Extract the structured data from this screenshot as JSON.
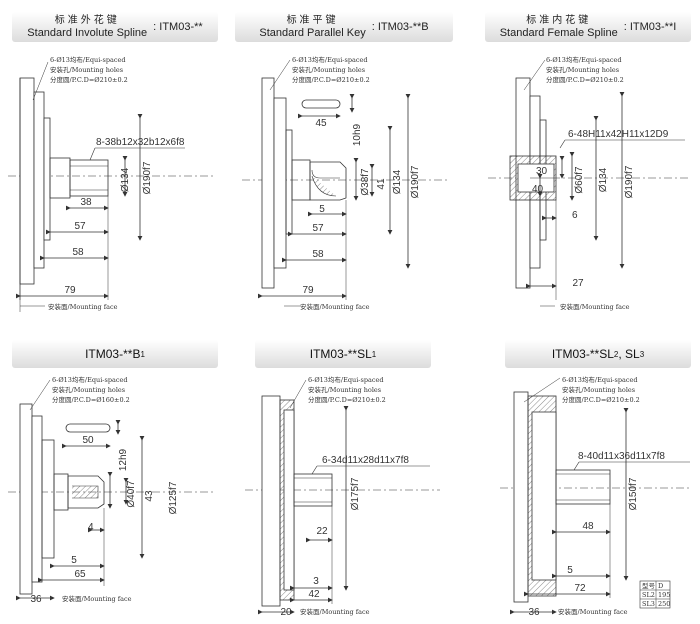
{
  "headers": {
    "p1": {
      "cn": "标准外花键",
      "en": "Standard Involute Spline",
      "code": ": ITM03-**"
    },
    "p2": {
      "cn": "标准平键",
      "en": "Standard  Parallel Key",
      "code": ": ITM03-**B"
    },
    "p3": {
      "cn": "标准内花键",
      "en": "Standard Female Spline",
      "code": ": ITM03-**I"
    },
    "p4": {
      "code": "ITM03-**B",
      "sub": "1"
    },
    "p5": {
      "code": "ITM03-**SL",
      "sub": "1"
    },
    "p6": {
      "code": "ITM03-**SL",
      "sub": "2",
      "sep": ", SL",
      "sub2": "3"
    }
  },
  "notes": {
    "p1": [
      "6-Ø13均布/Equi-spaced",
      "安装孔/Mounting holes",
      "分度圆/P.C.D=Ø210±0.2"
    ],
    "p2": [
      "6-Ø13均布/Equi-spaced",
      "安装孔/Mounting holes",
      "分度圆/P.C.D=Ø210±0.2"
    ],
    "p3": [
      "6-Ø13均布/Equi-spaced",
      "安装孔/Mounting holes",
      "分度圆/P.C.D=Ø210±0.2"
    ],
    "p4": [
      "6-Ø13均布/Equi-spaced",
      "安装孔/Mounting holes",
      "分度圆/P.C.D=Ø160±0.2"
    ],
    "p5": [
      "6-Ø13均布/Equi-spaced",
      "安装孔/Mounting holes",
      "分度圆/P.C.D=Ø210±0.2"
    ],
    "p6": [
      "6-Ø13均布/Equi-spaced",
      "安装孔/Mounting holes",
      "分度圆/P.C.D=Ø210±0.2"
    ]
  },
  "mounting_face": "安装面/Mounting face",
  "dims": {
    "p1": {
      "spline": "8-38b12x32b12x6f8",
      "d1": "Ø134",
      "d2": "Ø190f7",
      "l38": "38",
      "l57": "57",
      "l58": "58",
      "l79": "79"
    },
    "p2": {
      "d38": "Ø38f7",
      "d134": "Ø134",
      "d190": "Ø190f7",
      "l45": "45",
      "h10": "10h9",
      "l41": "41",
      "l5": "5",
      "l57": "57",
      "l58": "58",
      "l79": "79"
    },
    "p3": {
      "spline": "6-48H11x42H11x12D9",
      "l30": "30",
      "l40": "40",
      "d60": "Ø60f7",
      "d134": "Ø134",
      "d190": "Ø190f7",
      "l6": "6",
      "l27": "27"
    },
    "p4": {
      "l50": "50",
      "h12": "12h9",
      "d40": "Ø40f7",
      "l43": "43",
      "d125": "Ø125f7",
      "l4": "4",
      "l5": "5",
      "l65": "65",
      "l36": "36"
    },
    "p5": {
      "spline": "6-34d11x28d11x7f8",
      "d175": "Ø175f7",
      "l22": "22",
      "l3": "3",
      "l42": "42",
      "l20": "20"
    },
    "p6": {
      "spline": "8-40d11x36d11x7f8",
      "d150": "Ø150f7",
      "l48": "48",
      "l5": "5",
      "l72": "72",
      "l36": "36"
    }
  },
  "table": {
    "header": [
      "型号",
      "D"
    ],
    "rows": [
      [
        "SL2",
        "195"
      ],
      [
        "SL3",
        "250"
      ]
    ]
  }
}
